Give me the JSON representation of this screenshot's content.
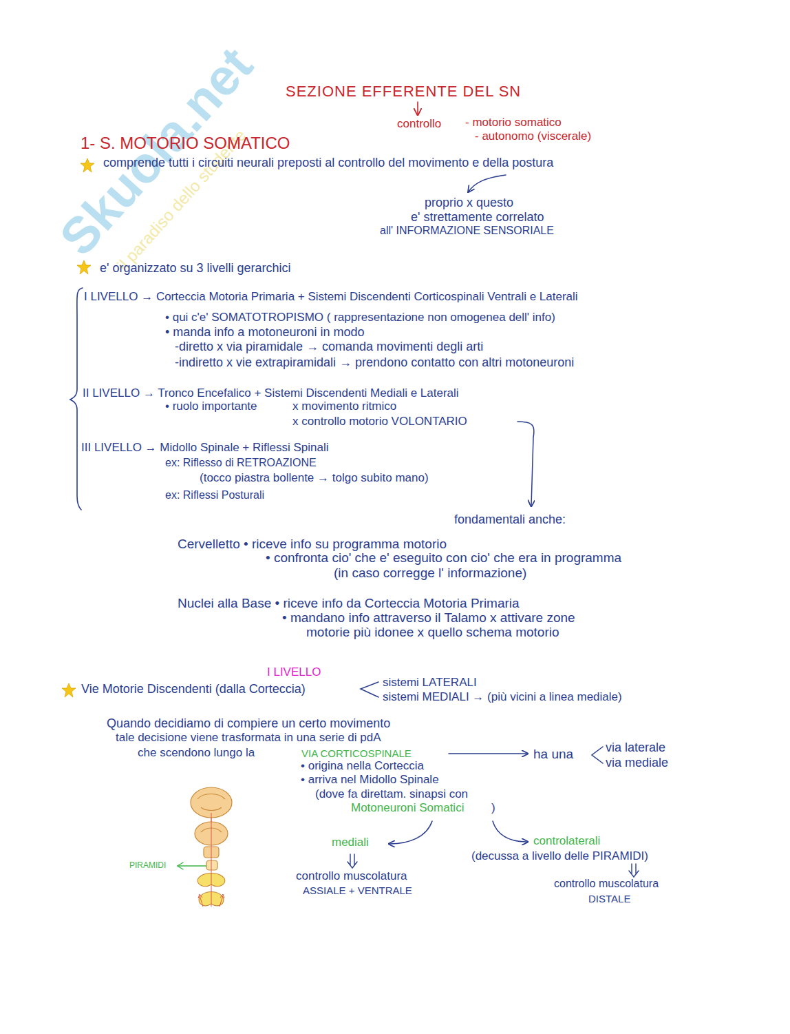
{
  "diagram": {
    "title": "SEZIONE EFFERENTE DEL SN",
    "labels": [
      "controllo",
      "- motorio somatico",
      "- autonomo (viscerale)",
      "1- S. MOTORIO SOMATICO",
      "comprende tutti i circuiti neurali preposti al controllo del movimento e della postura",
      "proprio x questo",
      "e' strettamente correlato",
      "all' INFORMAZIONE SENSORIALE",
      "e' organizzato su 3 livelli gerarchici",
      "I LIVELLO → Corteccia Motoria Primaria + Sistemi Discendenti Corticospinali Ventrali e Laterali",
      "• qui c'e' SOMATOTROPISMO ( rappresentazione non omogenea dell' info)",
      "• manda info a motoneuroni in modo",
      "-diretto x via piramidale → comanda movimenti degli arti",
      "-indiretto x vie extrapiramidali → prendono contatto con altri motoneuroni",
      "II LIVELLO → Tronco Encefalico + Sistemi Discendenti Mediali e Laterali",
      "• ruolo importante",
      "x movimento ritmico",
      "x controllo motorio VOLONTARIO",
      "III LIVELLO → Midollo Spinale + Riflessi Spinali",
      "ex: Riflesso di RETROAZIONE",
      "(tocco piastra bollente → tolgo subito mano)",
      "ex: Riflessi Posturali",
      "fondamentali anche:",
      "Cervelletto • riceve info su programma motorio",
      "• confronta cio' che e' eseguito con cio' che era in programma",
      "(in caso corregge l' informazione)",
      "Nuclei alla Base • riceve info da Corteccia Motoria Primaria",
      "• mandano info attraverso il Talamo x attivare zone",
      "motorie più idonee x quello schema motorio",
      "I LIVELLO",
      "Vie Motorie Discendenti (dalla Corteccia)",
      "sistemi LATERALI",
      "sistemi MEDIALI → (più vicini a linea mediale)",
      "Quando decidiamo di compiere un certo movimento",
      "tale decisione viene trasformata in una serie di pdA",
      "che scendono lungo la",
      "VIA CORTICOSPINALE",
      "• origina nella Corteccia",
      "• arriva nel Midollo Spinale",
      "(dove fa direttam. sinapsi con",
      "Motoneuroni Somatici",
      ")",
      "ha una",
      "via laterale",
      "via mediale",
      "PIRAMIDI",
      "mediali",
      "controlaterali",
      "(decussa a livello delle PIRAMIDI)",
      "controllo muscolatura",
      "ASSIALE + VENTRALE",
      "controllo muscolatura",
      "DISTALE",
      "Skuola.net",
      "il paradiso dello studente"
    ]
  }
}
